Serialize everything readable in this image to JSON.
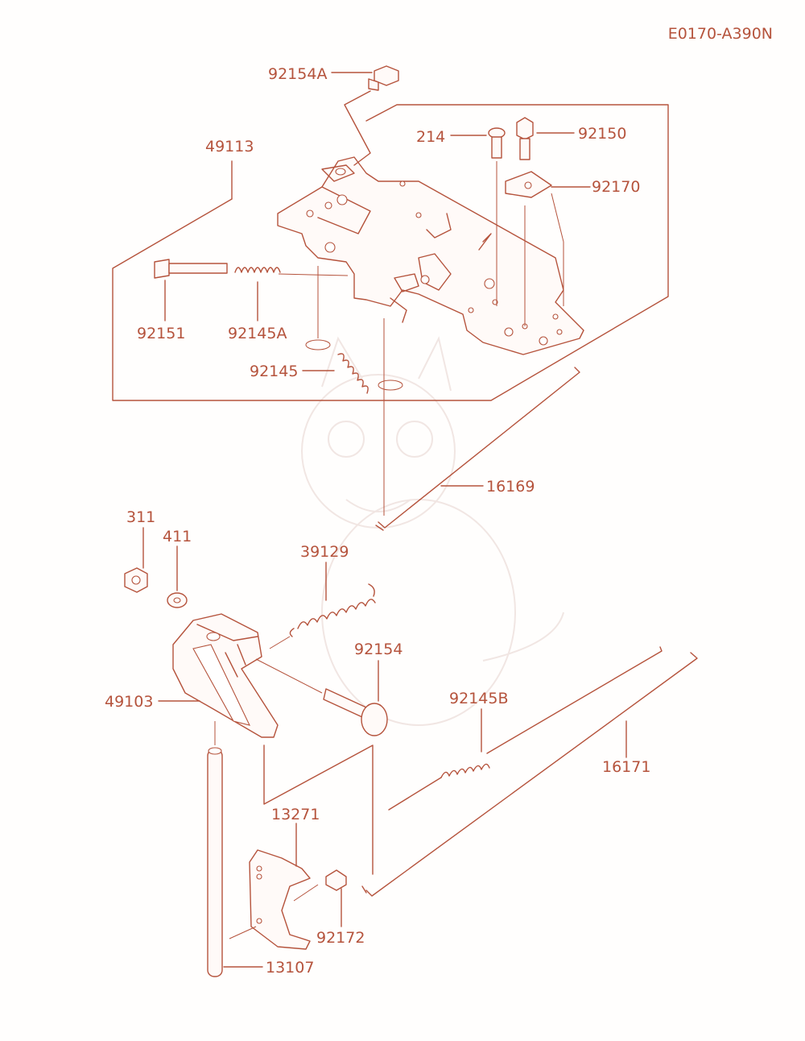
{
  "diagram_code": "E0170-A390N",
  "parts": {
    "p92154A": "92154A",
    "p49113": "49113",
    "p214": "214",
    "p92150": "92150",
    "p92170": "92170",
    "p92151": "92151",
    "p92145A": "92145A",
    "p92145": "92145",
    "p16169": "16169",
    "p311": "311",
    "p411": "411",
    "p39129": "39129",
    "p92154": "92154",
    "p49103": "49103",
    "p92145B": "92145B",
    "p16171": "16171",
    "p13271": "13271",
    "p92172": "92172",
    "p13107": "13107"
  },
  "colors": {
    "line": "#b5533c",
    "background": "#fffefd"
  }
}
